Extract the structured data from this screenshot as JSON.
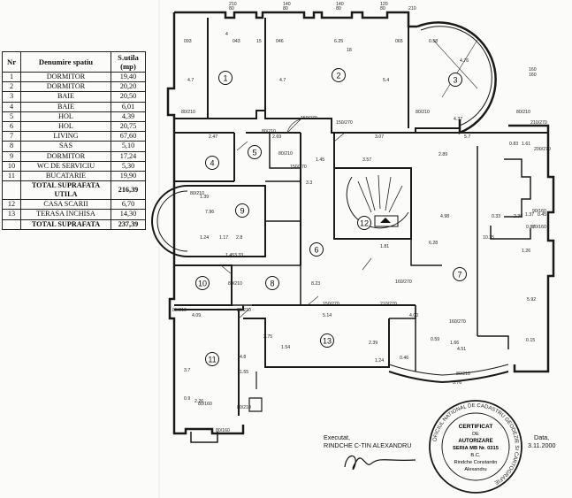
{
  "table": {
    "header_nr": "Nr",
    "header_name": "Denumire spatiu",
    "header_area": "S.utila (mp)",
    "rows": [
      {
        "nr": "1",
        "name": "DORMITOR",
        "area": "19,40"
      },
      {
        "nr": "2",
        "name": "DORMITOR",
        "area": "20,20"
      },
      {
        "nr": "3",
        "name": "BAIE",
        "area": "20,50"
      },
      {
        "nr": "4",
        "name": "BAIE",
        "area": "6,01"
      },
      {
        "nr": "5",
        "name": "HOL",
        "area": "4,39"
      },
      {
        "nr": "6",
        "name": "HOL",
        "area": "20,75"
      },
      {
        "nr": "7",
        "name": "LIVING",
        "area": "67,60"
      },
      {
        "nr": "8",
        "name": "SAS",
        "area": "5,10"
      },
      {
        "nr": "9",
        "name": "DORMITOR",
        "area": "17,24"
      },
      {
        "nr": "10",
        "name": "WC DE SERVICIU",
        "area": "5,30"
      },
      {
        "nr": "11",
        "name": "BUCATARIE",
        "area": "19,90"
      }
    ],
    "total_util": {
      "name": "TOTAL SUPRAFATA UTILA",
      "area": "216,39"
    },
    "rows2": [
      {
        "nr": "12",
        "name": "CASA SCARII",
        "area": "6,70"
      },
      {
        "nr": "13",
        "name": "TERASA INCHISA",
        "area": "14,30"
      }
    ],
    "total": {
      "name": "TOTAL SUPRAFATA",
      "area": "237,39"
    }
  },
  "rooms": [
    "1",
    "2",
    "3",
    "4",
    "5",
    "6",
    "7",
    "8",
    "9",
    "10",
    "11",
    "12",
    "13"
  ],
  "dimensions": {
    "top": [
      "210",
      "80",
      "140",
      "80",
      "140",
      "80",
      "120",
      "80",
      "210",
      "160",
      "160"
    ],
    "row1": [
      "093",
      "4",
      "043",
      "15",
      "046",
      "6.25",
      "18",
      "065",
      "0.58",
      "4.76"
    ],
    "misc": [
      "4.7",
      "4.7",
      "5.4",
      "4.37",
      "3.07",
      "5.7",
      "2.47",
      "2.69",
      "3.3",
      "1.45",
      "1.39",
      "7.96",
      "1.24",
      "1.17",
      "2.8",
      "1.45",
      "3.33",
      "3.57",
      "1.81",
      "8.23",
      "4.09",
      "5.14",
      "4.00",
      "2.89",
      "1.26",
      "10.35",
      "2.36",
      "6.28",
      "5.92",
      "2.75",
      "4.8",
      "1.55",
      "3.7",
      "0.9",
      "1.54",
      "0.33",
      "0.59",
      "1.66",
      "4.51",
      "2.39",
      "1.24",
      "0.46",
      "3.76",
      "4.98",
      "1.61",
      "0.83",
      "1.37",
      "0.45",
      "0.15",
      "0.87",
      "2.26"
    ],
    "doors": [
      "80/210",
      "80/210",
      "80/210",
      "80/210",
      "80/210",
      "80/210",
      "80/210",
      "80/210",
      "80/210",
      "80/210",
      "150/270",
      "150/270",
      "150/270",
      "150/270",
      "160/270",
      "160/270",
      "210/270",
      "200/270",
      "90/160",
      "80/160",
      "80/160",
      "80/160",
      "210/270",
      "80/210"
    ]
  },
  "footer": {
    "executat_label": "Executat,",
    "executat_name": "RINDCHE C-TIN ALEXANDRU",
    "data_label": "Data,",
    "data_value": "3.11.2000"
  },
  "stamp": {
    "line1": "CERTIFICAT",
    "line2": "DE",
    "line3": "AUTORIZARE",
    "line4": "SERIA MB Nr. 0315",
    "line5": "B.C.",
    "line6": "Rindche Constantin",
    "line7": "Alexandru",
    "ring": "OFICIUL NATIONAL DE CADASTRU GEODEZIE SI CARTOGRAFIE"
  }
}
